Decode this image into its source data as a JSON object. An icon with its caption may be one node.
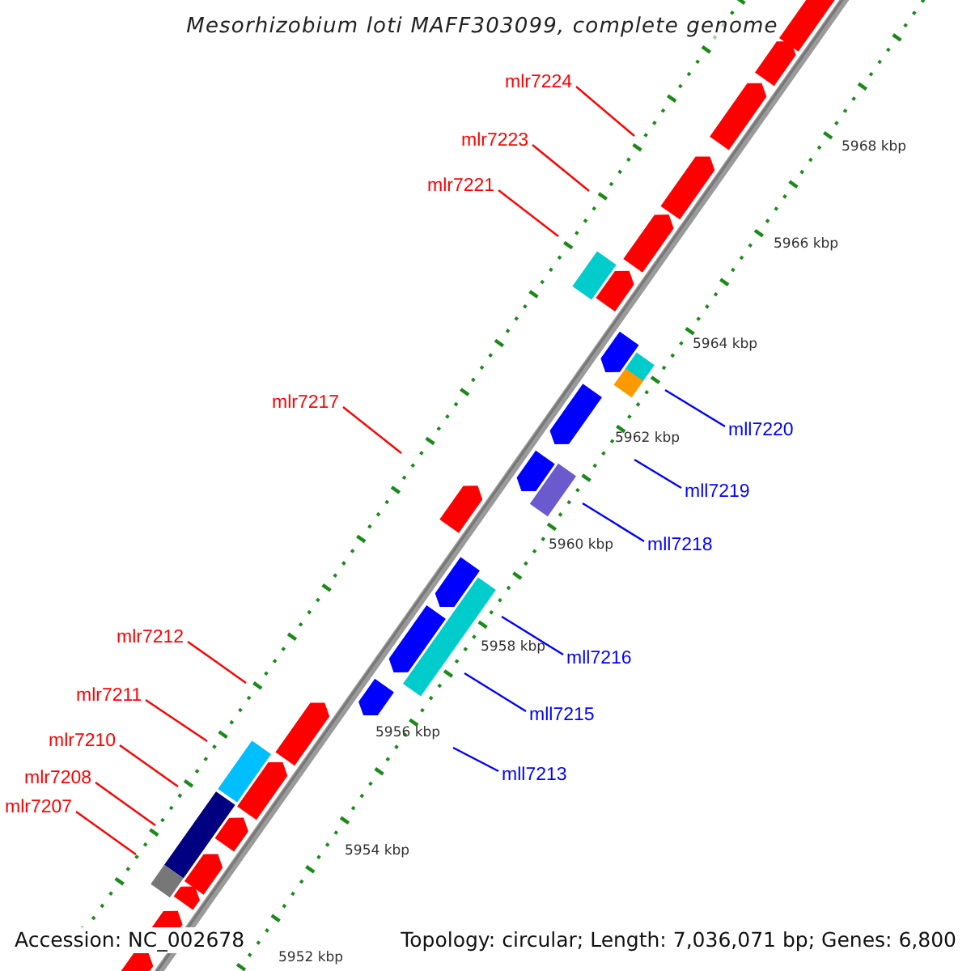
{
  "diagram": {
    "title": "Mesorhizobium loti MAFF303099, complete genome",
    "nodes": [
      {
        "text": [
          "mlr7224"
        ]
      },
      {
        "text": [
          "mlr7223"
        ]
      },
      {
        "text": [
          "mlr7221"
        ]
      },
      {
        "text": [
          "mlr7217"
        ]
      },
      {
        "text": [
          "mll7220"
        ]
      },
      {
        "text": [
          "mll7219"
        ]
      },
      {
        "text": [
          "mll7218"
        ]
      },
      {
        "text": [
          "mlr7212"
        ]
      },
      {
        "text": [
          "mll7216"
        ]
      },
      {
        "text": [
          "mlr7211"
        ]
      },
      {
        "text": [
          "mll7215"
        ]
      },
      {
        "text": [
          "mlr7210"
        ]
      },
      {
        "text": [
          "mll7213"
        ]
      },
      {
        "text": [
          "mlr7208"
        ]
      },
      {
        "text": [
          "mlr7207"
        ]
      }
    ],
    "edges": [
      {
        "from": 0,
        "to": null,
        "arrow": "none"
      },
      {
        "from": 1,
        "to": null,
        "arrow": "none"
      },
      {
        "from": 2,
        "to": null,
        "arrow": "none"
      },
      {
        "from": 3,
        "to": null,
        "arrow": "none"
      },
      {
        "from": 4,
        "to": null,
        "arrow": "none",
        "color": "#0000ff"
      },
      {
        "from": 5,
        "to": null,
        "arrow": "none",
        "color": "#0000ff"
      },
      {
        "from": 6,
        "to": null,
        "arrow": "none",
        "color": "#0000ff"
      },
      {
        "from": 7,
        "to": null,
        "arrow": "none"
      },
      {
        "from": 8,
        "to": null,
        "arrow": "none",
        "color": "#0000ff"
      },
      {
        "from": 9,
        "to": null,
        "arrow": "none"
      },
      {
        "from": 10,
        "to": null,
        "arrow": "none",
        "color": "#0000ff"
      },
      {
        "from": 11,
        "to": null,
        "arrow": "none"
      },
      {
        "from": 12,
        "to": null,
        "arrow": "none",
        "color": "#0000ff"
      },
      {
        "from": 13,
        "to": null,
        "arrow": "none"
      },
      {
        "from": 14,
        "to": null,
        "arrow": "none"
      }
    ],
    "labels": [
      "5968 kbp",
      "5966 kbp",
      "5964 kbp",
      "5962 kbp",
      "5960 kbp",
      "5958 kbp",
      "5956 kbp",
      "5954 kbp",
      "5952 kbp",
      "Accession: NC_002678",
      "Topology: circular; Length: 7,036,071 bp; Genes: 6,800"
    ]
  }
}
